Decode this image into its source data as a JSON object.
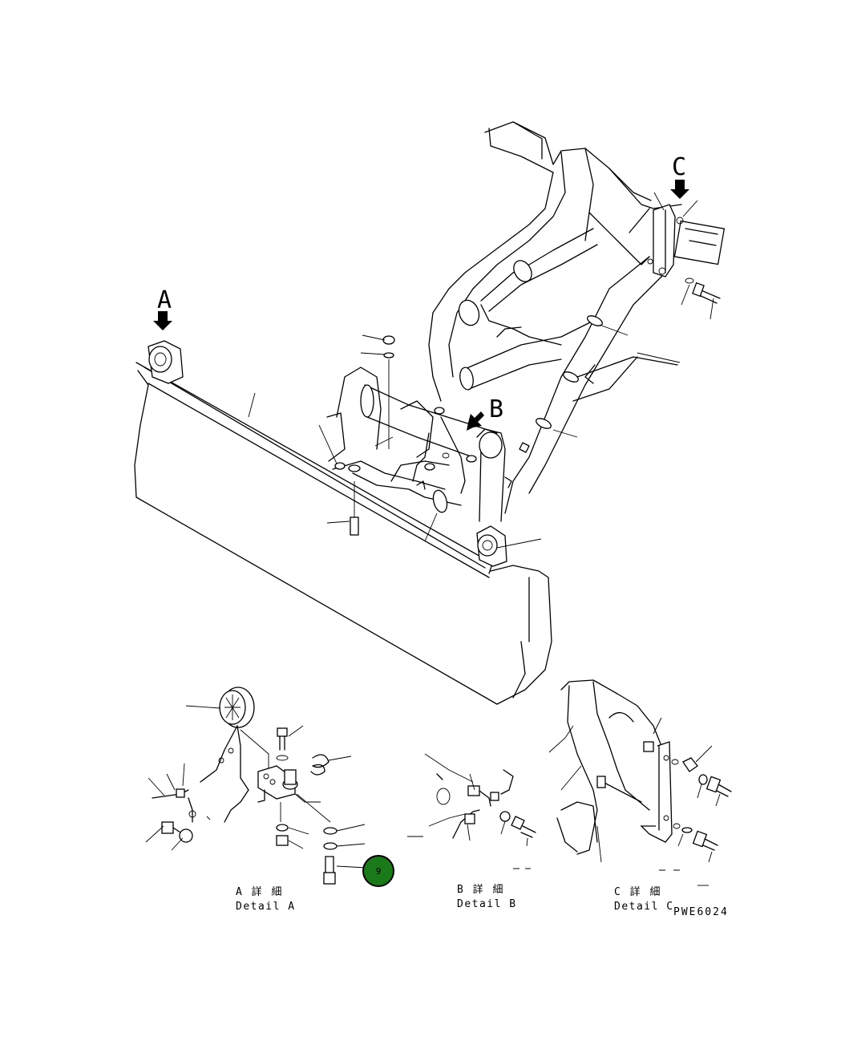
{
  "view_labels": {
    "a": "A",
    "b": "B",
    "c": "C"
  },
  "details": {
    "a": {
      "jp": "A 詳 細",
      "en": "Detail A"
    },
    "b": {
      "jp": "B 詳 細",
      "en": "Detail B"
    },
    "c": {
      "jp": "C 詳 細",
      "en": "Detail C"
    }
  },
  "figure_code": "PWE6024",
  "callout": {
    "label": "9",
    "color": "#1a7a1a"
  }
}
